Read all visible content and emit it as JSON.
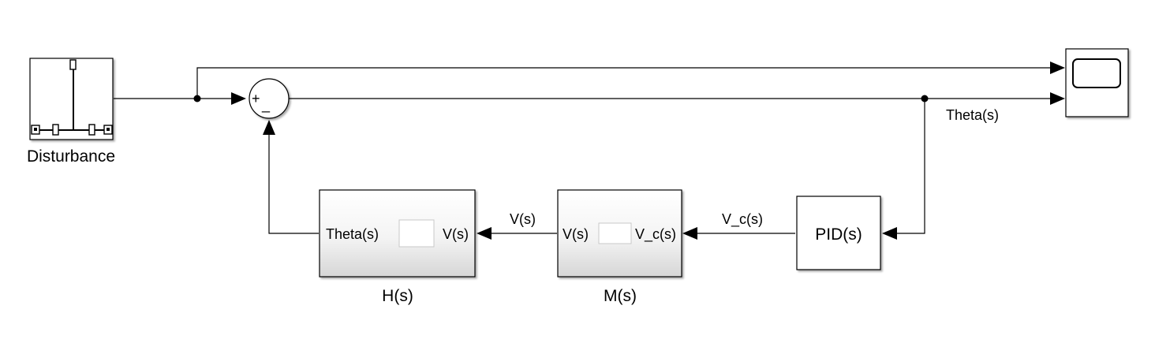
{
  "blocks": {
    "disturbance": {
      "label": "Disturbance"
    },
    "sum": {
      "plus": "+",
      "minus": "_"
    },
    "scope": {
      "label": ""
    },
    "pid": {
      "text": "PID(s)"
    },
    "motor": {
      "in_port": "V(s)",
      "out_port": "V_c(s)",
      "label": "M(s)"
    },
    "sensor": {
      "in_port": "Theta(s)",
      "out_port": "V(s)",
      "label": "H(s)"
    }
  },
  "signals": {
    "theta": "Theta(s)",
    "vc": "V_c(s)",
    "v": "V(s)"
  },
  "colors": {
    "line": "#000000",
    "block_fill_top": "#ffffff",
    "block_fill_bottom": "#d9d9d9",
    "inner_icon": "#c8c8c8"
  }
}
